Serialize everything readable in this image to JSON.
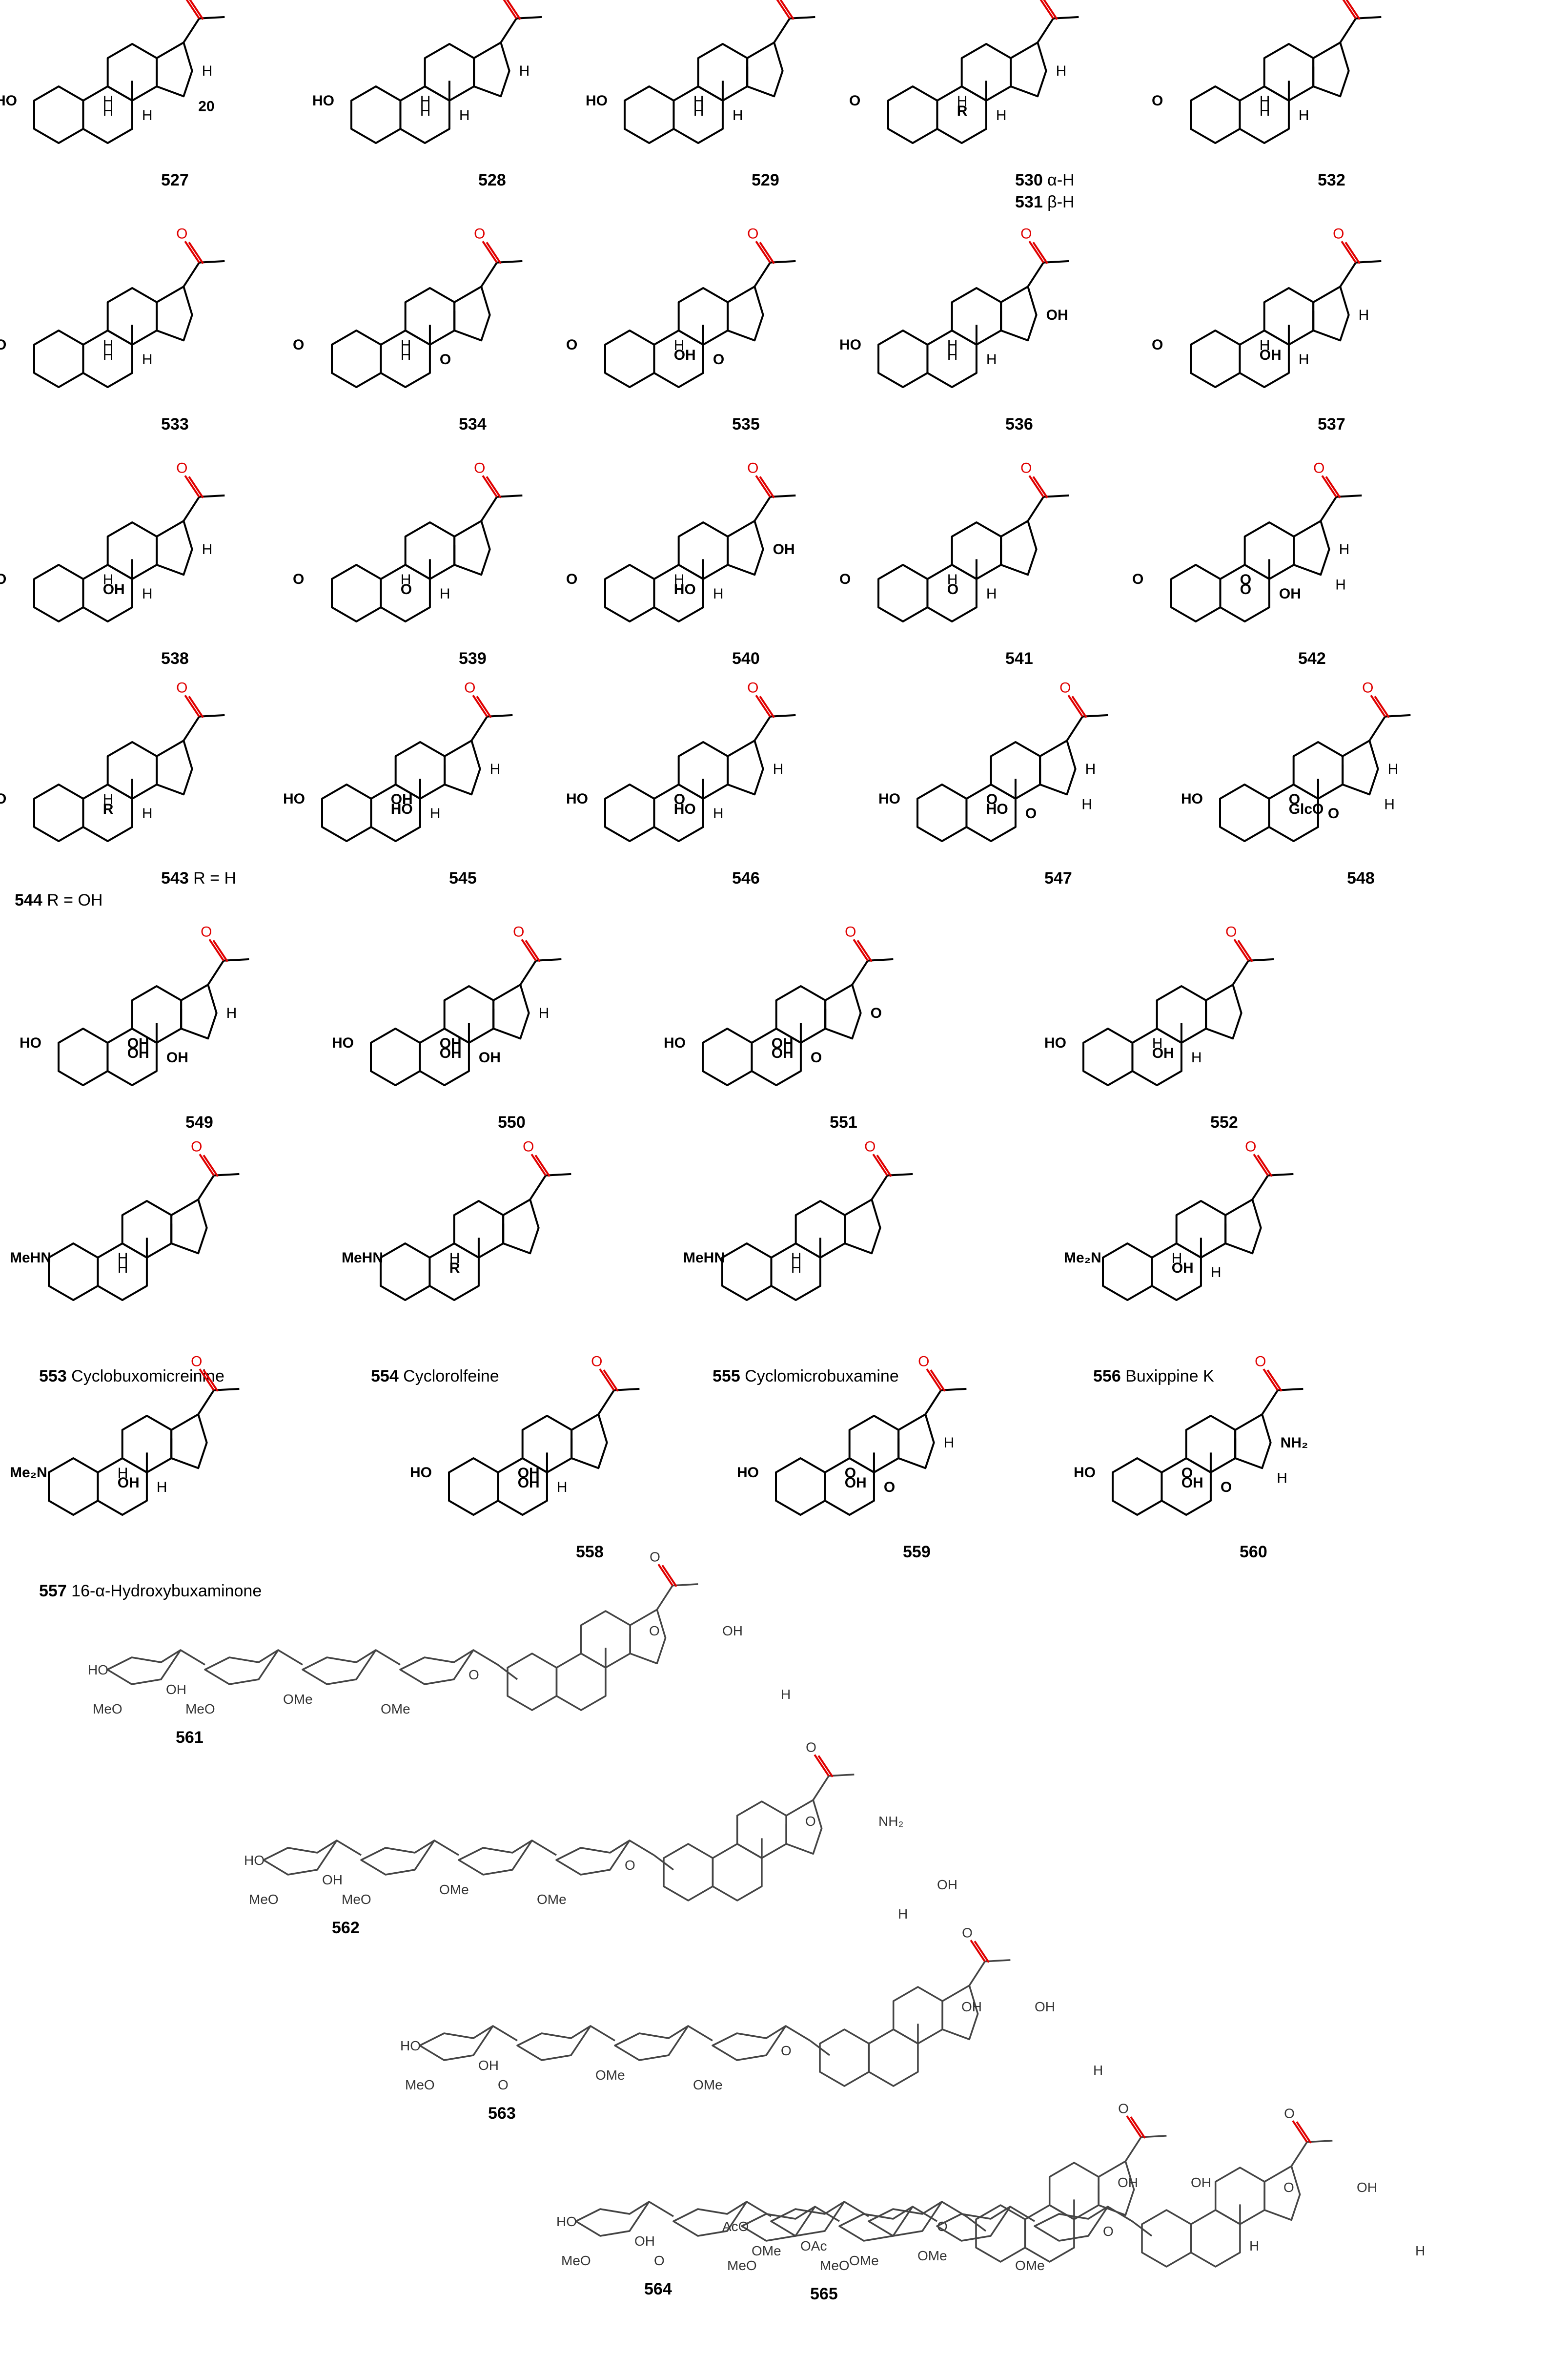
{
  "figure": {
    "rows": [
      [
        {
          "num": "527",
          "name": "",
          "atoms": [
            "HO",
            "H",
            "H",
            "H",
            "H",
            "20"
          ],
          "sub": ""
        },
        {
          "num": "528",
          "name": "",
          "atoms": [
            "HO",
            "H",
            "H",
            "H",
            "H"
          ],
          "sub": ""
        },
        {
          "num": "529",
          "name": "",
          "atoms": [
            "HO",
            "H",
            "H",
            "H"
          ],
          "sub": ""
        },
        {
          "num": "530",
          "name": "",
          "atoms": [
            "O",
            "R",
            "H",
            "H",
            "H"
          ],
          "sub": "α-H"
        },
        {
          "num": "532",
          "name": "",
          "atoms": [
            "O",
            "H",
            "H",
            "H"
          ],
          "sub": ""
        }
      ],
      [
        {
          "num": "533",
          "name": "",
          "atoms": [
            "O",
            "H",
            "H",
            "H"
          ],
          "sub": ""
        },
        {
          "num": "534",
          "name": "",
          "atoms": [
            "O",
            "H",
            "H",
            "O"
          ],
          "sub": ""
        },
        {
          "num": "535",
          "name": "",
          "atoms": [
            "O",
            "OH",
            "H",
            "O"
          ],
          "sub": ""
        },
        {
          "num": "536",
          "name": "",
          "atoms": [
            "HO",
            "H",
            "H",
            "H",
            "OH"
          ],
          "sub": ""
        },
        {
          "num": "537",
          "name": "",
          "atoms": [
            "O",
            "OH",
            "H",
            "H",
            "H"
          ],
          "sub": ""
        }
      ],
      [
        {
          "num": "538",
          "name": "",
          "atoms": [
            "O",
            "OH",
            "H",
            "H",
            "H"
          ],
          "sub": ""
        },
        {
          "num": "539",
          "name": "",
          "atoms": [
            "O",
            "O",
            "H",
            "H"
          ],
          "sub": ""
        },
        {
          "num": "540",
          "name": "",
          "atoms": [
            "O",
            "HO",
            "H",
            "H",
            "OH"
          ],
          "sub": ""
        },
        {
          "num": "541",
          "name": "",
          "atoms": [
            "O",
            "O",
            "H",
            "H"
          ],
          "sub": ""
        },
        {
          "num": "542",
          "name": "",
          "atoms": [
            "O",
            "O",
            "O",
            "OH",
            "H",
            "H"
          ],
          "sub": ""
        }
      ],
      [
        {
          "num": "543",
          "name": "",
          "atoms": [
            "O",
            "R",
            "H",
            "H"
          ],
          "sub": "R = H"
        },
        {
          "num": "545",
          "name": "",
          "atoms": [
            "HO",
            "HO",
            "OH",
            "H",
            "H"
          ],
          "sub": ""
        },
        {
          "num": "546",
          "name": "",
          "atoms": [
            "HO",
            "HO",
            "O",
            "H",
            "H"
          ],
          "sub": ""
        },
        {
          "num": "547",
          "name": "",
          "atoms": [
            "HO",
            "HO",
            "O",
            "O",
            "H",
            "H"
          ],
          "sub": ""
        },
        {
          "num": "548",
          "name": "",
          "atoms": [
            "HO",
            "GlcO",
            "O",
            "O",
            "H",
            "H"
          ],
          "sub": ""
        }
      ],
      [
        {
          "num": "549",
          "name": "",
          "atoms": [
            "HO",
            "OH",
            "OH",
            "OH",
            "H"
          ],
          "sub": ""
        },
        {
          "num": "550",
          "name": "",
          "atoms": [
            "HO",
            "OH",
            "OH",
            "OH",
            "H"
          ],
          "sub": ""
        },
        {
          "num": "551",
          "name": "",
          "atoms": [
            "HO",
            "OH",
            "OH",
            "O",
            "O"
          ],
          "sub": ""
        },
        {
          "num": "552",
          "name": "",
          "atoms": [
            "HO",
            "OH",
            "H",
            "H"
          ],
          "sub": ""
        }
      ],
      [
        {
          "num": "553",
          "name": "Cyclobuxomicreinine",
          "atoms": [
            "MeHN",
            "H",
            "H"
          ],
          "sub": ""
        },
        {
          "num": "554",
          "name": "Cyclorolfeine",
          "atoms": [
            "MeHN",
            "R",
            "H"
          ],
          "sub": ""
        },
        {
          "num": "555",
          "name": "Cyclomicrobuxamine",
          "atoms": [
            "MeHN",
            "H",
            "H"
          ],
          "sub": ""
        },
        {
          "num": "556",
          "name": "Buxippine K",
          "atoms": [
            "Me₂N",
            "OH",
            "H",
            "H"
          ],
          "sub": ""
        }
      ],
      [
        {
          "num": "557",
          "name": "16-α-Hydroxybuxaminone",
          "atoms": [
            "Me₂N",
            "OH",
            "H",
            "H"
          ],
          "sub": ""
        },
        {
          "num": "558",
          "name": "",
          "atoms": [
            "HO",
            "OH",
            "OH",
            "H"
          ],
          "sub": ""
        },
        {
          "num": "559",
          "name": "",
          "atoms": [
            "HO",
            "OH",
            "O",
            "O",
            "H"
          ],
          "sub": ""
        },
        {
          "num": "560",
          "name": "",
          "atoms": [
            "HO",
            "OH",
            "O",
            "O",
            "NH₂",
            "H"
          ],
          "sub": ""
        }
      ]
    ],
    "extra_labels": {
      "531": "531",
      "531_sub": "β-H",
      "544": "544",
      "544_sub": "R = OH"
    },
    "glycosides": [
      {
        "num": "561",
        "atoms": [
          "HO",
          "MeO",
          "OH",
          "MeO",
          "OMe",
          "OMe",
          "O",
          "O",
          "OH",
          "H"
        ]
      },
      {
        "num": "562",
        "atoms": [
          "HO",
          "MeO",
          "OH",
          "MeO",
          "OMe",
          "OMe",
          "O",
          "O",
          "NH₂",
          "OH",
          "H"
        ]
      },
      {
        "num": "563",
        "atoms": [
          "HO",
          "MeO",
          "OH",
          "O",
          "OMe",
          "OMe",
          "O",
          "OH",
          "OH",
          "H"
        ]
      },
      {
        "num": "564",
        "atoms": [
          "HO",
          "MeO",
          "OH",
          "O",
          "OMe",
          "OMe",
          "O",
          "OH",
          "OH",
          "H"
        ]
      },
      {
        "num": "565",
        "atoms": [
          "AcO",
          "MeO",
          "OAc",
          "MeO",
          "OMe",
          "OMe",
          "O",
          "O",
          "OH",
          "H"
        ]
      }
    ]
  },
  "colors": {
    "bond": "#000000",
    "carbonyl": "#e00000",
    "glycoside": "#444444"
  }
}
